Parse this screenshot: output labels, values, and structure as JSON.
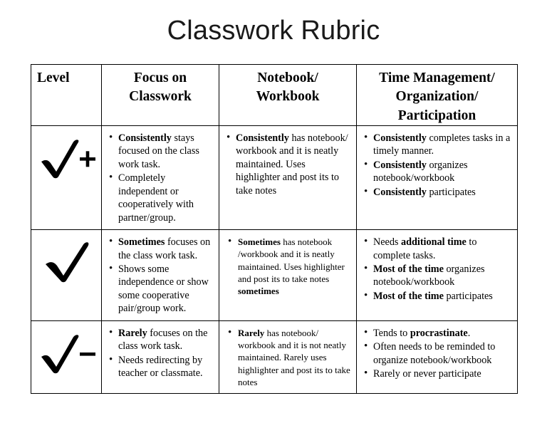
{
  "page": {
    "title": "Classwork Rubric"
  },
  "table": {
    "headers": [
      {
        "label": "Level",
        "align": "left"
      },
      {
        "label": "Focus on\nClasswork",
        "line1": "Focus on",
        "line2": "Classwork",
        "align": "center"
      },
      {
        "label": "Notebook/\nWorkbook",
        "line1": "Notebook/",
        "line2": "Workbook",
        "align": "center"
      },
      {
        "label": "Time Management/\nOrganization/\nParticipation",
        "line1": "Time Management/",
        "line2": "Organization/",
        "line3": "Participation",
        "align": "center"
      }
    ],
    "rows": [
      {
        "level_icon": "check-plus-icon",
        "level_label": "Check plus",
        "focus": [
          {
            "bold": "Consistently",
            "rest": " stays focused on the class work task."
          },
          {
            "bold": "",
            "rest": "Completely independent or cooperatively with partner/group."
          }
        ],
        "notebook": [
          {
            "bold": "Consistently",
            "rest": " has notebook/ workbook and it is neatly maintained.  Uses highlighter and post its to take notes"
          }
        ],
        "time": [
          {
            "bold": "Consistently",
            "rest": " completes tasks in a timely manner."
          },
          {
            "bold": "Consistently",
            "rest": " organizes notebook/workbook"
          },
          {
            "bold": "Consistently",
            "rest": " participates"
          }
        ]
      },
      {
        "level_icon": "check-icon",
        "level_label": "Check",
        "focus": [
          {
            "bold": "Sometimes",
            "rest": " focuses on the class work task."
          },
          {
            "bold": "",
            "rest": "Shows some independence or show some cooperative pair/group work."
          }
        ],
        "notebook": [
          {
            "bold": "Sometimes",
            "rest": " has notebook /workbook and it is neatly maintained.  Uses highlighter and post its to take notes ",
            "bold_tail": "sometimes"
          }
        ],
        "time": [
          {
            "bold": "",
            "rest": "Needs ",
            "bold_mid": "additional time",
            "rest2": " to complete tasks."
          },
          {
            "bold": "Most of the time",
            "rest": " organizes notebook/workbook"
          },
          {
            "bold": "Most of the time",
            "rest": " participates"
          }
        ]
      },
      {
        "level_icon": "check-minus-icon",
        "level_label": "Check minus",
        "focus": [
          {
            "bold": "Rarely",
            "rest": " focuses on the class work task."
          },
          {
            "bold": "",
            "rest": "Needs redirecting by teacher or classmate."
          }
        ],
        "notebook": [
          {
            "bold": "Rarely",
            "rest": " has notebook/ workbook and it is not neatly maintained.  Rarely uses highlighter and post its to take notes"
          }
        ],
        "time": [
          {
            "bold": "",
            "rest": "Tends to ",
            "bold_mid": "procrastinate",
            "rest2": "."
          },
          {
            "bold": "",
            "rest": "Often needs to be reminded to organize notebook/workbook"
          },
          {
            "bold": "",
            "rest": "Rarely or never participate"
          }
        ]
      }
    ]
  },
  "colors": {
    "border": "#000000",
    "text": "#000000",
    "title": "#1a1a1a",
    "background": "#ffffff"
  }
}
